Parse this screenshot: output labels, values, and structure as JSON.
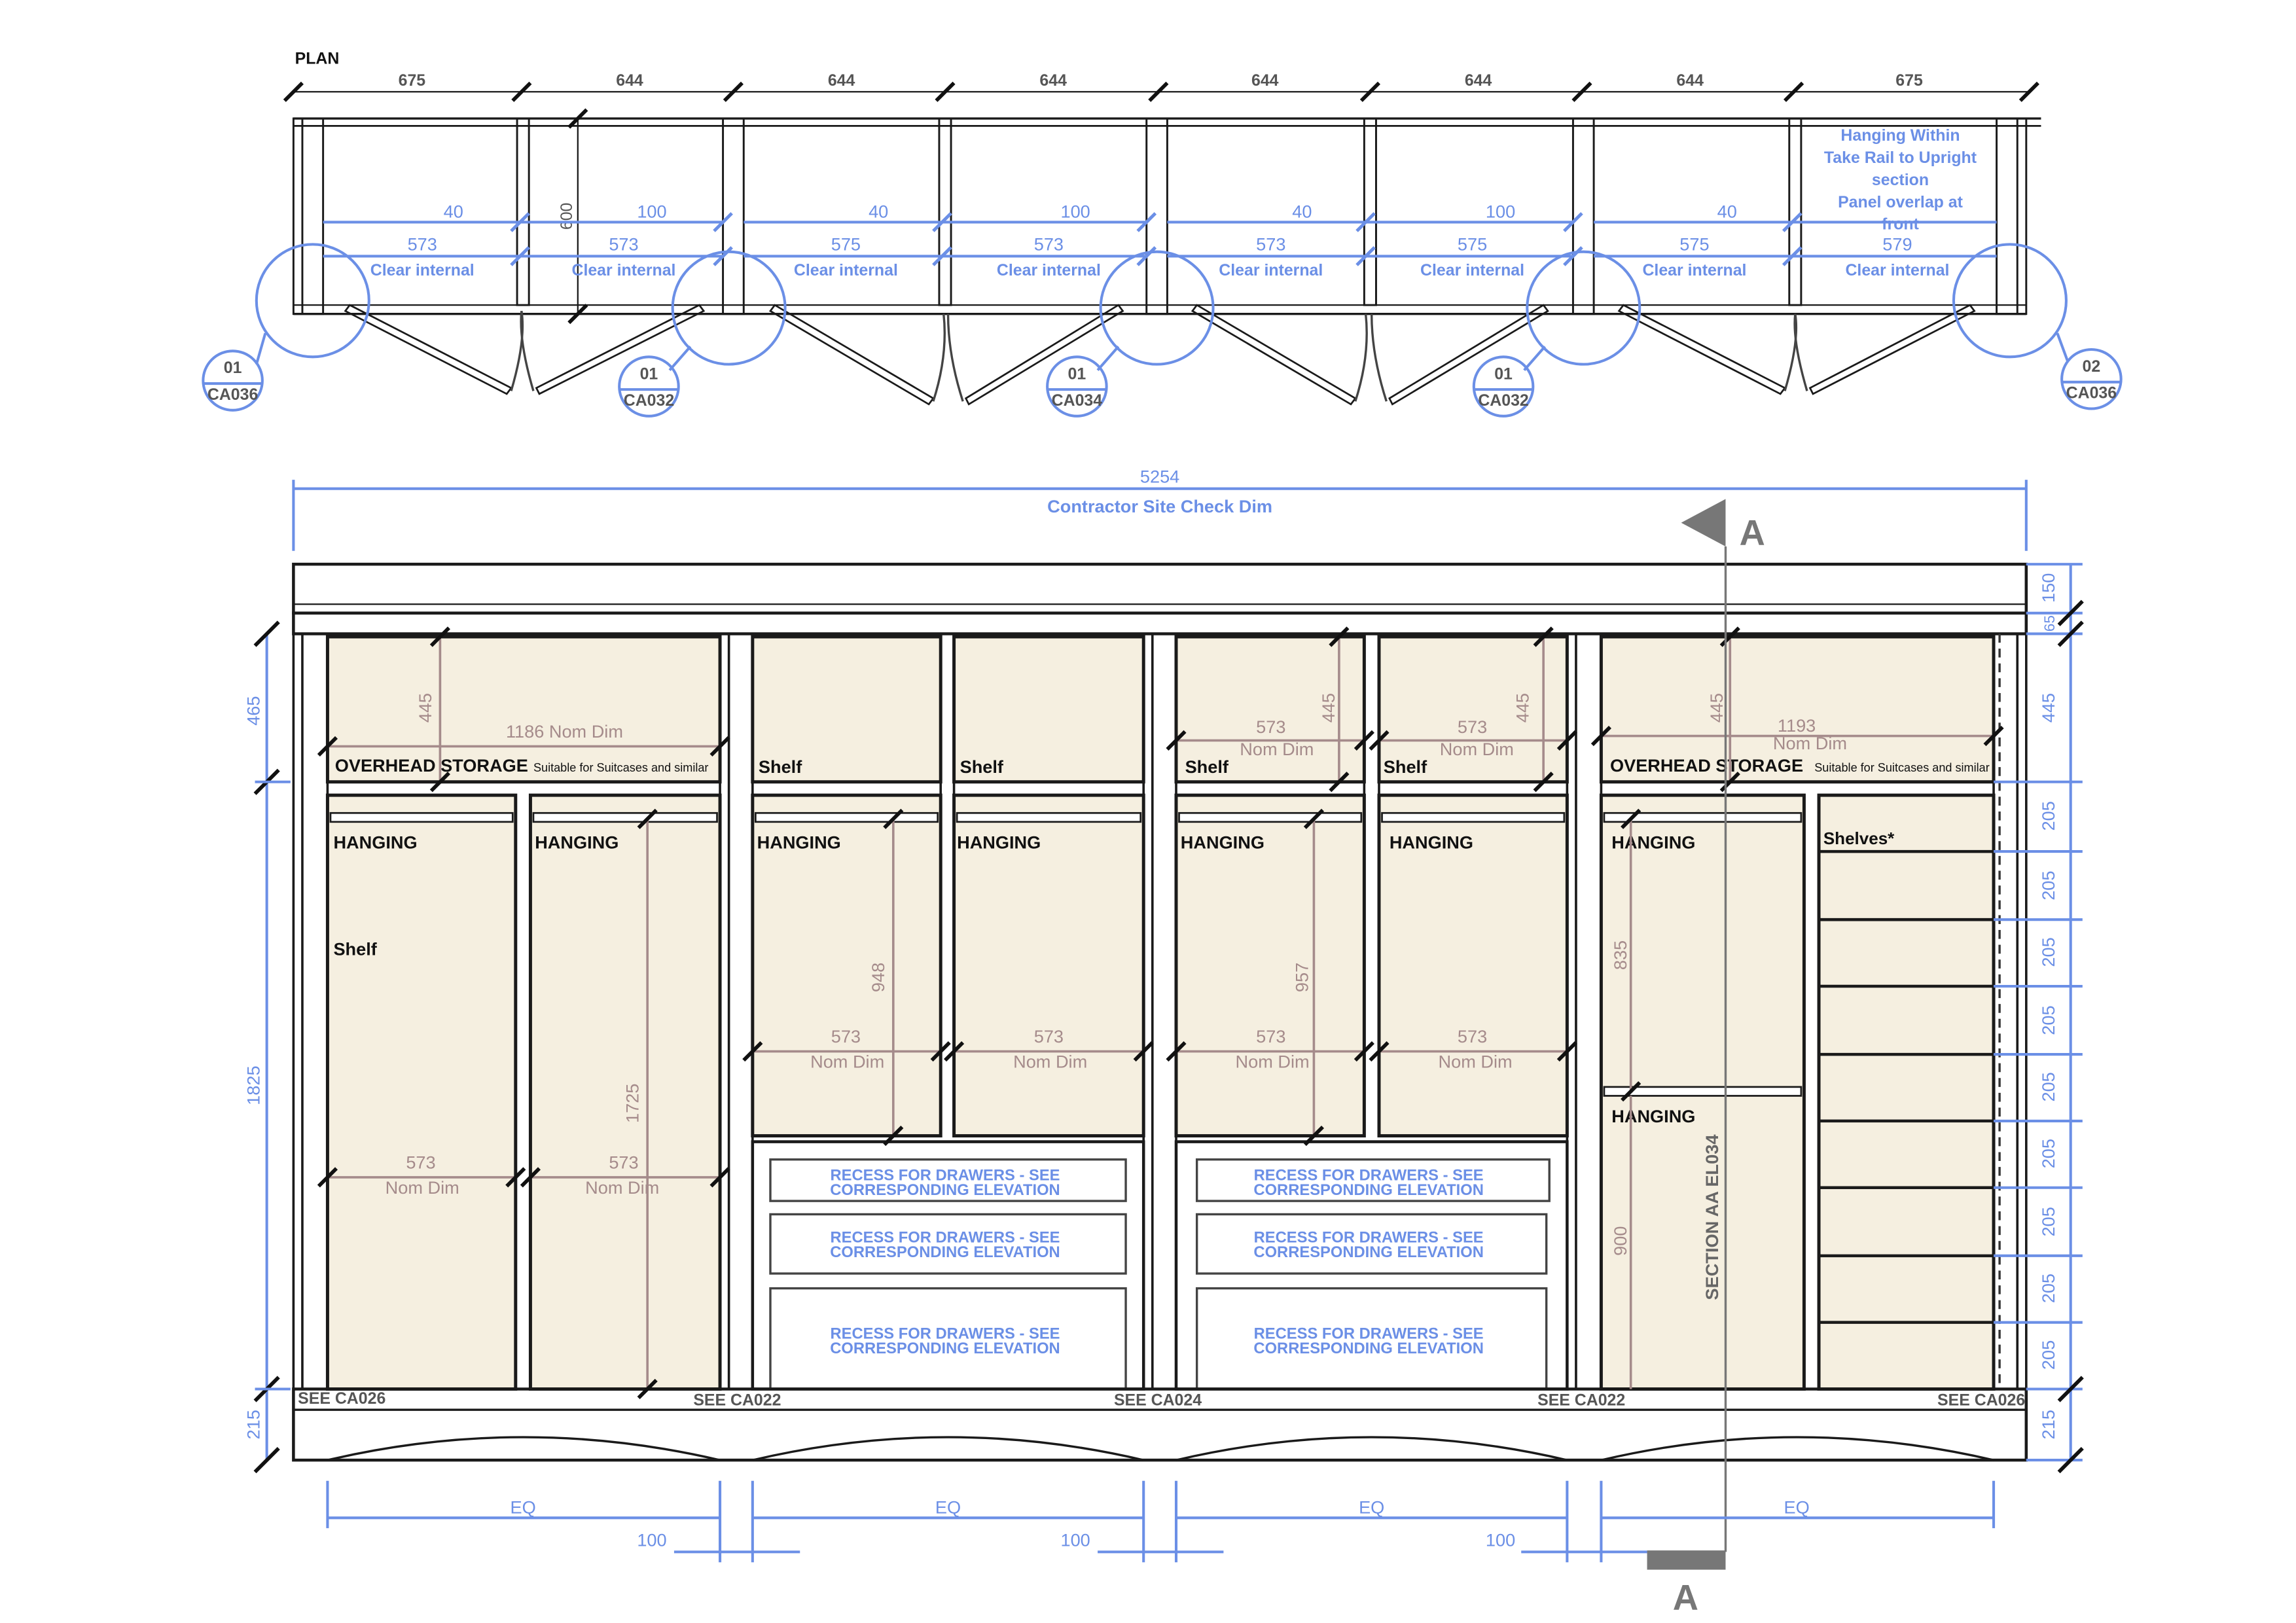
{
  "plan": {
    "title": "PLAN",
    "top_dims": [
      "675",
      "644",
      "644",
      "644",
      "644",
      "644",
      "644",
      "675"
    ],
    "depth_dim": "600",
    "bays": [
      {
        "gap": "40",
        "clear": "573",
        "label": "Clear internal"
      },
      {
        "gap": "100",
        "clear": "573",
        "label": "Clear internal"
      },
      {
        "gap": "40",
        "clear": "575",
        "label": "Clear internal"
      },
      {
        "gap": "100",
        "clear": "573",
        "label": "Clear internal"
      },
      {
        "gap": "40",
        "clear": "573",
        "label": "Clear internal"
      },
      {
        "gap": "100",
        "clear": "575",
        "label": "Clear internal"
      },
      {
        "gap": "40",
        "clear": "575",
        "label": "Clear internal"
      },
      {
        "gap": "",
        "clear": "579",
        "label": "Clear internal"
      }
    ],
    "note_lines": [
      "Hanging Within",
      "Take Rail to Upright",
      "section",
      "Panel overlap at",
      "front"
    ],
    "callouts": [
      {
        "num": "01",
        "ref": "CA036"
      },
      {
        "num": "01",
        "ref": "CA032"
      },
      {
        "num": "01",
        "ref": "CA034"
      },
      {
        "num": "01",
        "ref": "CA032"
      },
      {
        "num": "02",
        "ref": "CA036"
      }
    ]
  },
  "elevation": {
    "overall": "5254",
    "overall_note": "Contractor Site Check Dim",
    "section_marker": "A",
    "section_label": "SECTION AA EL034",
    "left_dims": [
      "465",
      "1825",
      "215"
    ],
    "right_dims": [
      "150",
      "65",
      "445",
      "205",
      "205",
      "205",
      "205",
      "205",
      "205",
      "205",
      "205",
      "205",
      "215"
    ],
    "overhead_label": "OVERHEAD STORAGE",
    "overhead_note": "Suitable for Suitcases and similar",
    "shelf": "Shelf",
    "shelves": "Shelves*",
    "hanging": "HANGING",
    "nom": "Nom Dim",
    "recess_l1": "RECESS FOR DRAWERS - SEE",
    "recess_l2": "CORRESPONDING ELEVATION",
    "dims": {
      "d445": "445",
      "d1186": "1186 Nom Dim",
      "d573": "573",
      "d1193": "1193",
      "d948": "948",
      "d957": "957",
      "d1725": "1725",
      "d835": "835",
      "d900": "900"
    },
    "see_refs": [
      "SEE CA026",
      "SEE CA022",
      "SEE CA024",
      "SEE CA022",
      "SEE CA026"
    ],
    "eq": "EQ",
    "gap100": "100"
  }
}
